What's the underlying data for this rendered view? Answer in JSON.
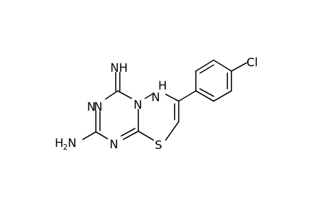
{
  "molecule": {
    "atoms": {
      "imine": "NH",
      "ring_n_top": "N",
      "ring_n_left": "N",
      "ring_n_bottom": "N",
      "bridge_n": "N",
      "nh_h": "H",
      "nh_n": "N",
      "sulfur": "S",
      "chlorine": "Cl",
      "amine_h": "H",
      "amine_sub": "2",
      "amine_n": "N"
    }
  }
}
